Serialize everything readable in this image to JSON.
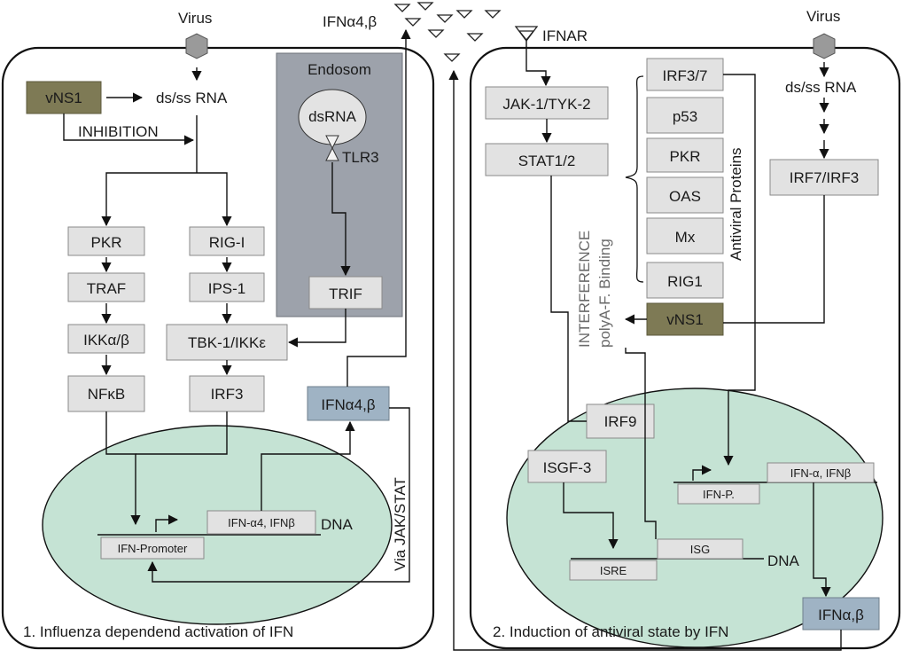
{
  "left": {
    "virus": "Virus",
    "vns1": "vNS1",
    "rna": "ds/ss RNA",
    "inhibition": "INHIBITION",
    "endosome": "Endosom",
    "dsrna": "dsRNA",
    "tlr3": "TLR3",
    "trif": "TRIF",
    "pkr": "PKR",
    "traf": "TRAF",
    "ikk": "IKKα/β",
    "nfkb": "NFκB",
    "rigi": "RIG-I",
    "ips1": "IPS-1",
    "tbk1": "TBK-1/IKKε",
    "irf3": "IRF3",
    "ifn_box": "IFNα4,β",
    "ifn_gene": "IFN-α4, IFNβ",
    "promoter": "IFN-Promoter",
    "dna": "DNA",
    "via": "Via JAK/STAT",
    "caption": "1. Influenza dependend activation of IFN"
  },
  "top": {
    "ifn_secreted": "IFNα4,β",
    "ifnar": "IFNAR"
  },
  "right": {
    "virus": "Virus",
    "rna": "ds/ss RNA",
    "jak": "JAK-1/TYK-2",
    "stat": "STAT1/2",
    "proteins": [
      "IRF3/7",
      "p53",
      "PKR",
      "OAS",
      "Mx",
      "RIG1"
    ],
    "antiviral": "Antiviral Proteins",
    "irf73": "IRF7/IRF3",
    "vns1": "vNS1",
    "interference": "INTERFERENCE",
    "polya": "polyA-F. Binding",
    "irf9": "IRF9",
    "isgf3": "ISGF-3",
    "ifnp": "IFN-P.",
    "ifn_gene": "IFN-α, IFNβ",
    "isre": "ISRE",
    "isg": "ISG",
    "dna": "DNA",
    "ifn_out": "IFNα,β",
    "caption": "2. Induction of antiviral state by IFN"
  },
  "colors": {
    "box": "#e2e2e2",
    "blue": "#9fb3c4",
    "olive": "#7e7a55",
    "nucleus": "#c5e3d4",
    "endosome": "#9da2ab"
  }
}
